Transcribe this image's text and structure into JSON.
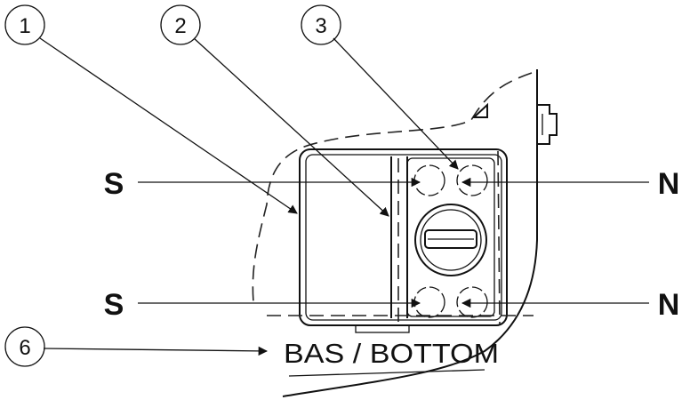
{
  "callouts": [
    {
      "id": "1",
      "label": "1"
    },
    {
      "id": "2",
      "label": "2"
    },
    {
      "id": "3",
      "label": "3"
    },
    {
      "id": "6",
      "label": "6"
    }
  ],
  "poles": {
    "south_top": "S",
    "south_bottom": "S",
    "north_top": "N",
    "north_bottom": "N"
  },
  "bottom_label": "BAS / BOTTOM"
}
